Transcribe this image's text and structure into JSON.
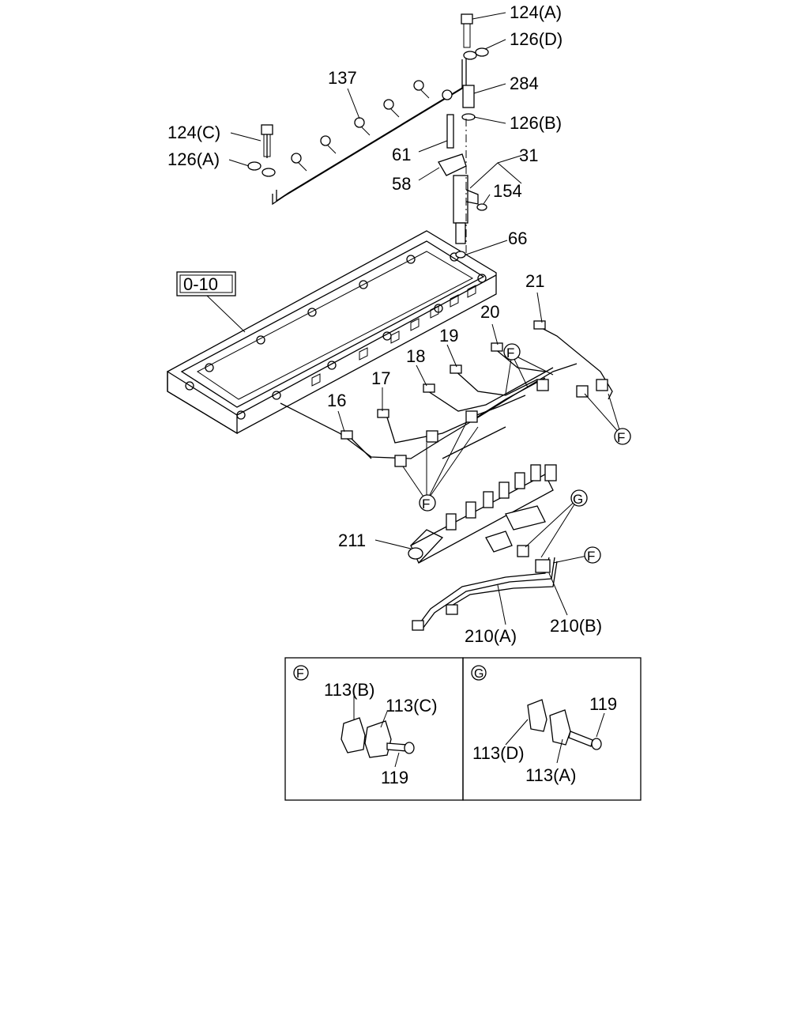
{
  "labels": {
    "l124A": "124(A)",
    "l126D": "126(D)",
    "l284": "284",
    "l126B": "126(B)",
    "l137": "137",
    "l124C": "124(C)",
    "l126A": "126(A)",
    "l61": "61",
    "l58": "58",
    "l31": "31",
    "l154": "154",
    "l66": "66",
    "l010": "0-10",
    "l21": "21",
    "l20": "20",
    "l19": "19",
    "l18": "18",
    "l17": "17",
    "l16": "16",
    "l211": "211",
    "l210A": "210(A)",
    "l210B": "210(B)"
  },
  "callouts": {
    "F": "F",
    "G": "G"
  },
  "detail_F": {
    "title": "F",
    "l113B": "113(B)",
    "l113C": "113(C)",
    "l119": "119"
  },
  "detail_G": {
    "title": "G",
    "l119": "119",
    "l113D": "113(D)",
    "l113A": "113(A)"
  }
}
